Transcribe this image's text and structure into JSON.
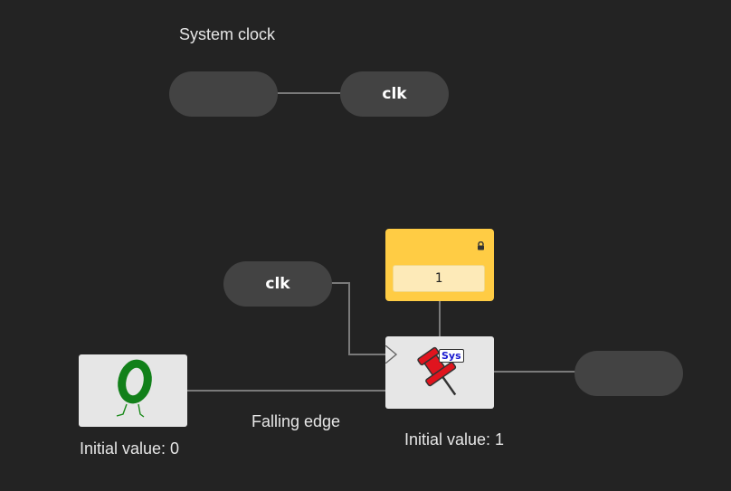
{
  "labels": {
    "system_clock": "System clock",
    "falling_edge": "Falling edge",
    "initial_value_left": "Initial value: 0",
    "initial_value_right": "Initial value: 1"
  },
  "top_row": {
    "empty_pill": "",
    "clk_pill": "clk"
  },
  "bottom_row": {
    "clk_input": "clk",
    "output_pill": "",
    "constant_value": "1",
    "zero_glyph": "0",
    "sys_badge": "Sys"
  },
  "icons": {
    "lock": "lock-icon",
    "zero_character": "walking-zero-icon",
    "pushpin": "pushpin-icon",
    "clock_input": "triangle-clock-input-icon"
  },
  "colors": {
    "background": "#232323",
    "pill": "#434343",
    "wire": "#7a7a7a",
    "block": "#e6e6e6",
    "constant_box": "#ffcc44",
    "zero_green": "#1a8a1a",
    "pin_red": "#e0141e"
  }
}
